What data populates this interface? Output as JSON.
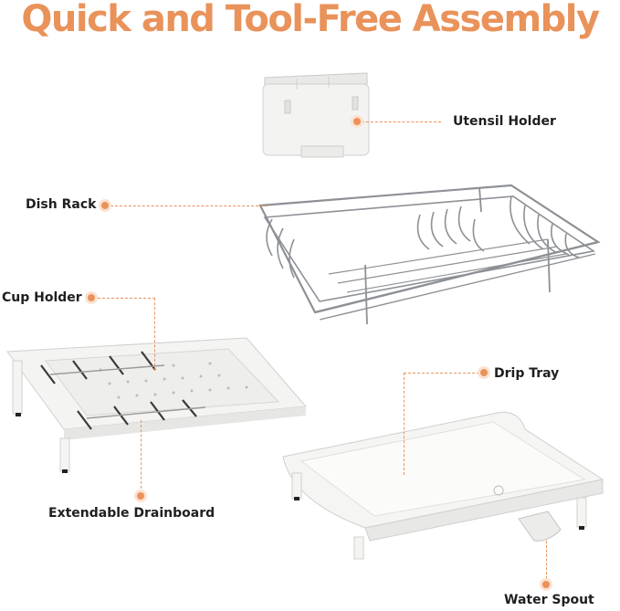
{
  "header": {
    "title": "Quick and Tool-Free Assembly"
  },
  "parts": {
    "utensil_holder": "Utensil Holder",
    "dish_rack": "Dish Rack",
    "cup_holder": "Cup Holder",
    "drip_tray": "Drip Tray",
    "extendable_drainboard": "Extendable Drainboard",
    "water_spout": "Water Spout"
  },
  "colors": {
    "accent": "#e9925a",
    "steel": "#8d9196",
    "white_plastic": "#f4f4f2"
  }
}
